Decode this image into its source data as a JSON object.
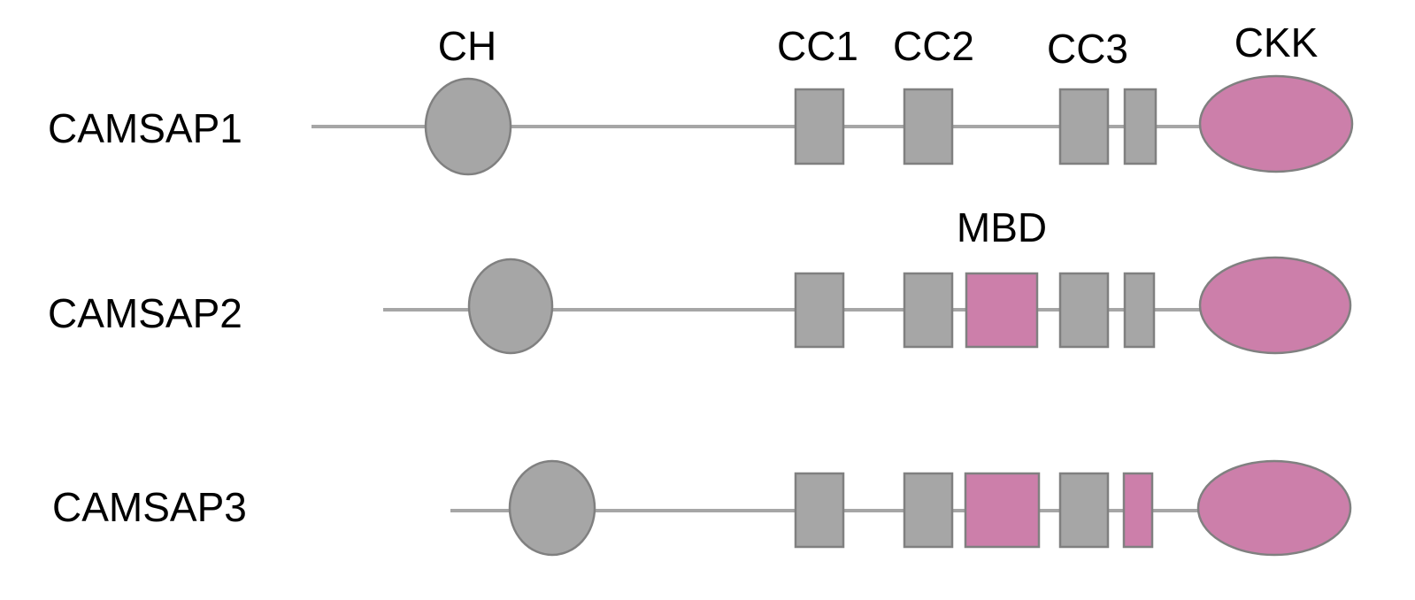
{
  "domain_labels": {
    "ch": "CH",
    "cc1": "CC1",
    "cc2": "CC2",
    "cc3": "CC3",
    "ckk": "CKK",
    "mbd": "MBD"
  },
  "proteins": [
    {
      "name": "CAMSAP1",
      "has_mbd": false
    },
    {
      "name": "CAMSAP2",
      "has_mbd": true
    },
    {
      "name": "CAMSAP3",
      "has_mbd": true
    }
  ],
  "colors": {
    "backbone": "#a6a6a6",
    "gray_domain_fill": "#a6a6a6",
    "gray_domain_stroke": "#808080",
    "pink_domain_fill": "#cc7faa",
    "pink_domain_stroke": "#808080",
    "text": "#000000"
  }
}
